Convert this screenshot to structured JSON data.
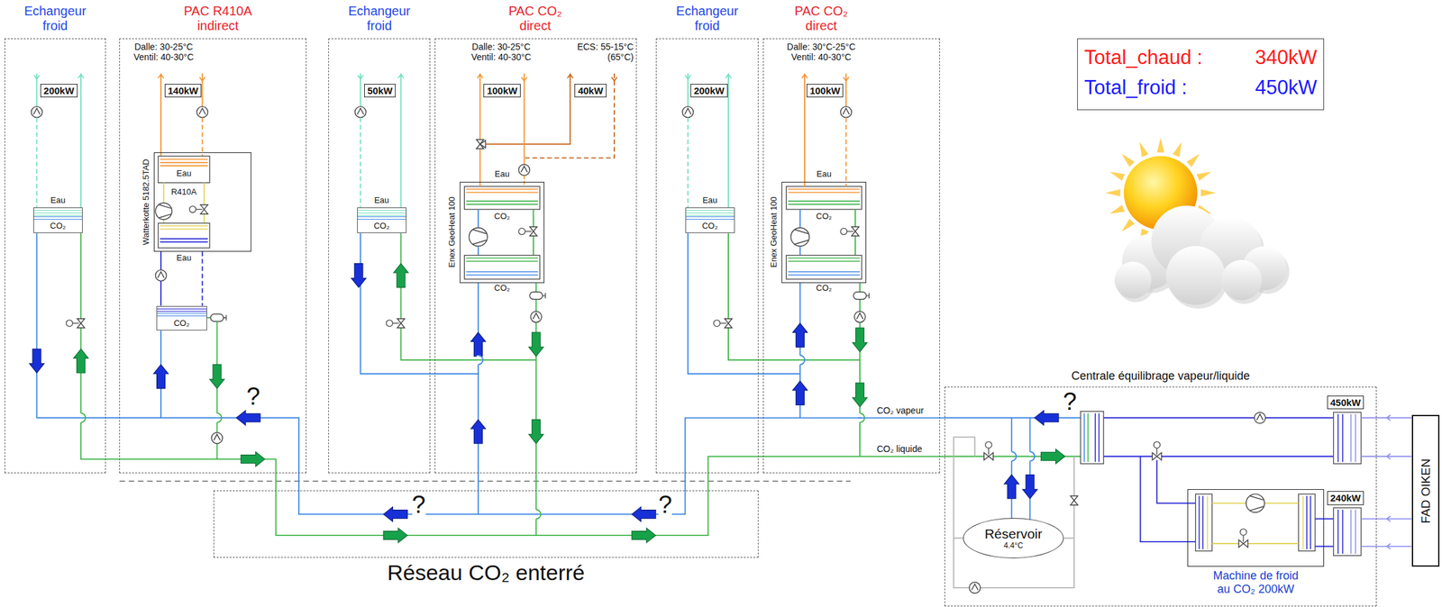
{
  "diagram": {
    "nodes": [
      {
        "text": [
          "Echangeur froid"
        ]
      },
      {
        "text": [
          "200kW"
        ],
        "in": 0
      },
      {
        "text": [
          "Eau",
          "CO₂"
        ],
        "in": 0
      },
      {
        "text": [
          "PAC R410A indirect",
          "Dalle: 30-25°C Ventil: 40-30°C"
        ]
      },
      {
        "text": [
          "140kW"
        ],
        "in": 3
      },
      {
        "text": [
          "Watterkotte 5182.5TAD",
          "Eau",
          "R410A",
          "Eau"
        ],
        "in": 3
      },
      {
        "text": [
          "CO₂"
        ],
        "in": 3
      },
      {
        "text": [
          "Echangeur froid"
        ]
      },
      {
        "text": [
          "50kW"
        ],
        "in": 7
      },
      {
        "text": [
          "Eau",
          "CO₂"
        ],
        "in": 7
      },
      {
        "text": [
          "PAC CO₂ direct",
          "Dalle: 30-25°C Ventil: 40-30°C",
          "ECS: 55-15°C (65°C)"
        ]
      },
      {
        "text": [
          "100kW"
        ],
        "in": 10
      },
      {
        "text": [
          "40kW"
        ],
        "in": 10
      },
      {
        "text": [
          "Enex GeoHeat 100",
          "Eau",
          "CO₂",
          "CO₂"
        ],
        "in": 10
      },
      {
        "text": [
          "Echangeur froid"
        ]
      },
      {
        "text": [
          "200kW"
        ],
        "in": 14
      },
      {
        "text": [
          "Eau",
          "CO₂"
        ],
        "in": 14
      },
      {
        "text": [
          "PAC CO₂ direct",
          "Dalle: 30°C-25°C Ventil: 40-30°C"
        ]
      },
      {
        "text": [
          "100kW"
        ],
        "in": 17
      },
      {
        "text": [
          "Enex GeoHeat 100",
          "Eau",
          "CO₂",
          "CO₂"
        ],
        "in": 17
      },
      {
        "text": [
          "Réseau CO₂ enterré"
        ]
      },
      {
        "text": [
          "Centrale équilibrage vapeur/liquide"
        ]
      },
      {
        "text": [
          "450kW"
        ],
        "in": 21
      },
      {
        "text": [
          "Réservoir",
          "4.4°C"
        ],
        "in": 21
      },
      {
        "text": [
          "Machine de froid au CO₂ 200kW"
        ],
        "in": 21
      },
      {
        "text": [
          "240kW"
        ],
        "in": 21
      },
      {
        "text": [
          "FAD OIKEN"
        ]
      },
      {
        "text": [
          "Total_chaud :",
          "340kW",
          "Total_froid :",
          "450kW"
        ]
      }
    ],
    "edges": [
      {
        "from": 20,
        "to": 21,
        "label": "CO₂ vapeur",
        "arrow": "none"
      },
      {
        "from": 20,
        "to": 21,
        "label": "CO₂ liquide",
        "arrow": "none"
      }
    ],
    "labels": [
      "?",
      "?",
      "?",
      "?"
    ]
  }
}
